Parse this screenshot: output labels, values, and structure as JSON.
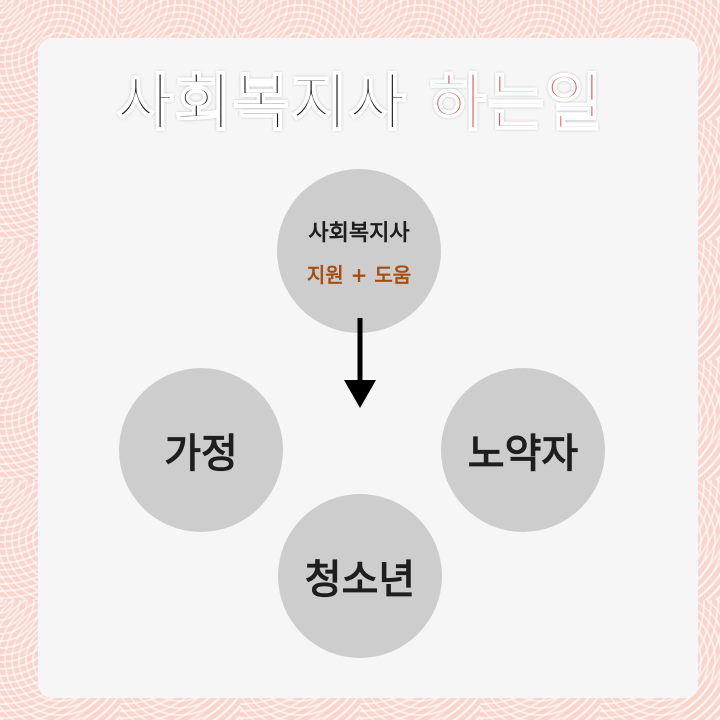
{
  "title": {
    "main": "사회복지사",
    "highlight": "하는일"
  },
  "diagram": {
    "center": {
      "line1": "사회복지사",
      "line2": "지원 + 도움"
    },
    "left": "가정",
    "right": "노약자",
    "bottom": "청소년"
  },
  "colors": {
    "title_dark": "#1e1e1e",
    "title_highlight": "#e9535a",
    "node_fill": "#cdcdcd",
    "center_subtitle": "#a64f10",
    "background": "#f9d5cc"
  }
}
